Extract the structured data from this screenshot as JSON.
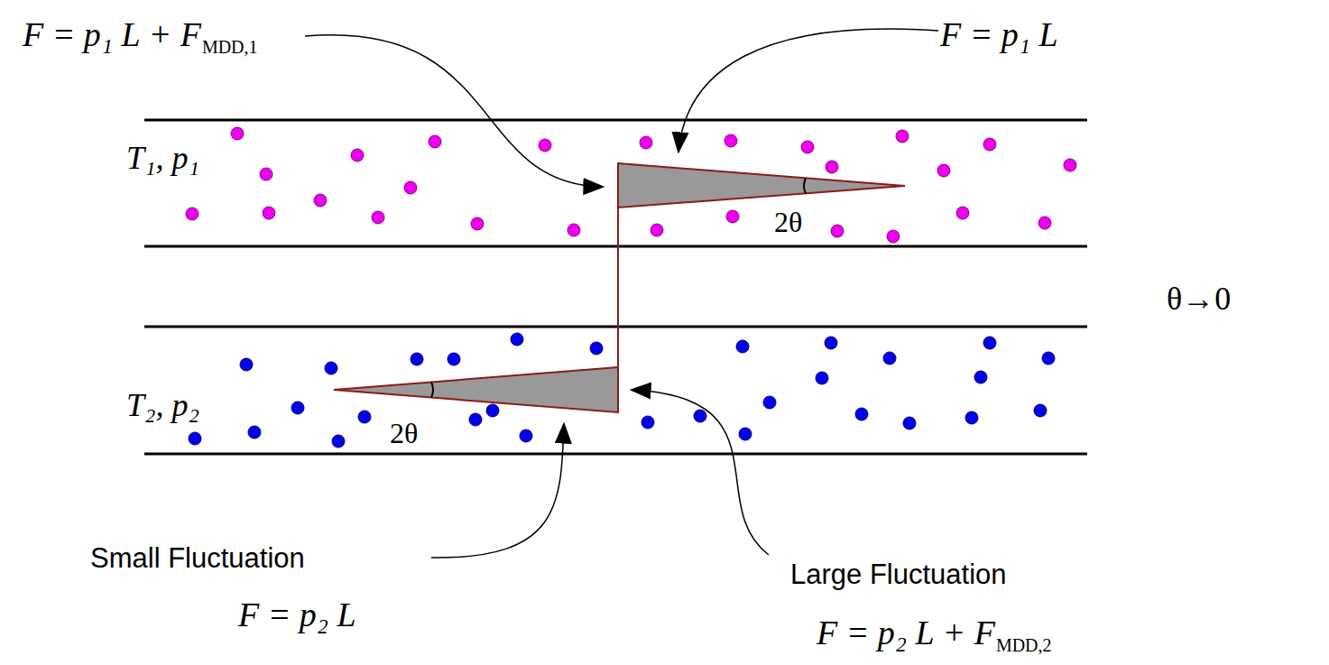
{
  "diagram": {
    "labels": [
      "F = p₁ L + F",
      "MDD,1",
      "F = p₁ L",
      "T₁, p₁",
      "2θ",
      "T₂, p₂",
      "2θ",
      "θ→0",
      "Small Fluctuation",
      "F = p₂ L",
      "Large Fluctuation",
      "F = p₂ L + F",
      "MDD,2"
    ]
  }
}
